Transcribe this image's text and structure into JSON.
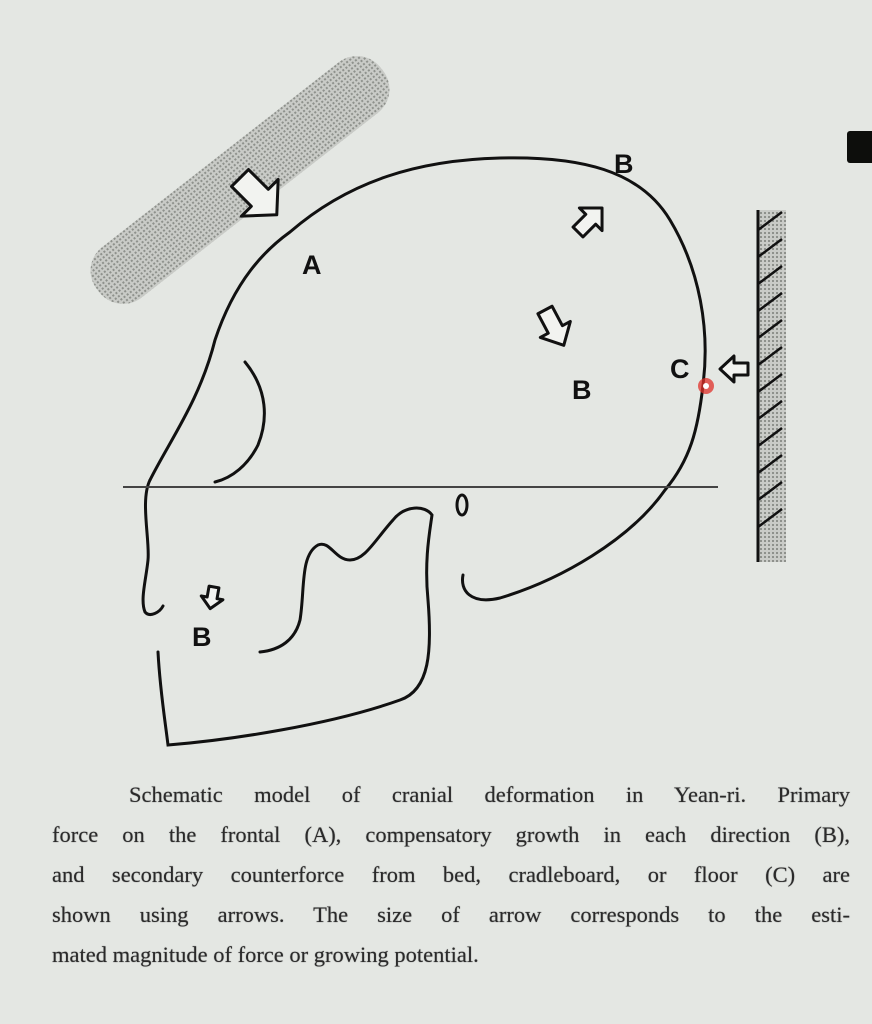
{
  "figure": {
    "labels": {
      "a": "A",
      "b_top": "B",
      "b_mid": "B",
      "b_face": "B",
      "c": "C"
    },
    "colors": {
      "background": "#e4e7e3",
      "line": "#111111",
      "marker": "#e0302a"
    }
  },
  "caption": {
    "lines": [
      "Schematic model of cranial deformation in Yean-ri.  Primary",
      "force on the frontal (A), compensatory growth in each direction (B),",
      "and secondary counterforce from bed, cradleboard, or floor (C) are",
      "shown using arrows.  The size of arrow corresponds to the esti-",
      "mated magnitude of force or growing potential."
    ]
  }
}
